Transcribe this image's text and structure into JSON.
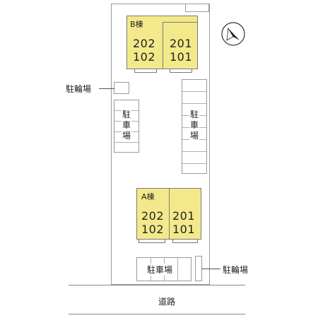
{
  "buildings": {
    "b": {
      "name": "B棟",
      "left_units": [
        "202",
        "102"
      ],
      "right_units": [
        "201",
        "101"
      ]
    },
    "a": {
      "name": "A棟",
      "left_units": [
        "202",
        "102"
      ],
      "right_units": [
        "201",
        "101"
      ]
    }
  },
  "parking": {
    "left": "駐車場",
    "right": "駐車場",
    "bottom": "駐車場"
  },
  "bicycle": {
    "upper": "駐輪場",
    "lower": "駐輪場"
  },
  "road": {
    "label": "道路"
  },
  "north_arrow": {
    "icon": "north-arrow-icon"
  },
  "colors": {
    "building_fill": "#f4e98a",
    "outline": "#7a7a7a"
  }
}
